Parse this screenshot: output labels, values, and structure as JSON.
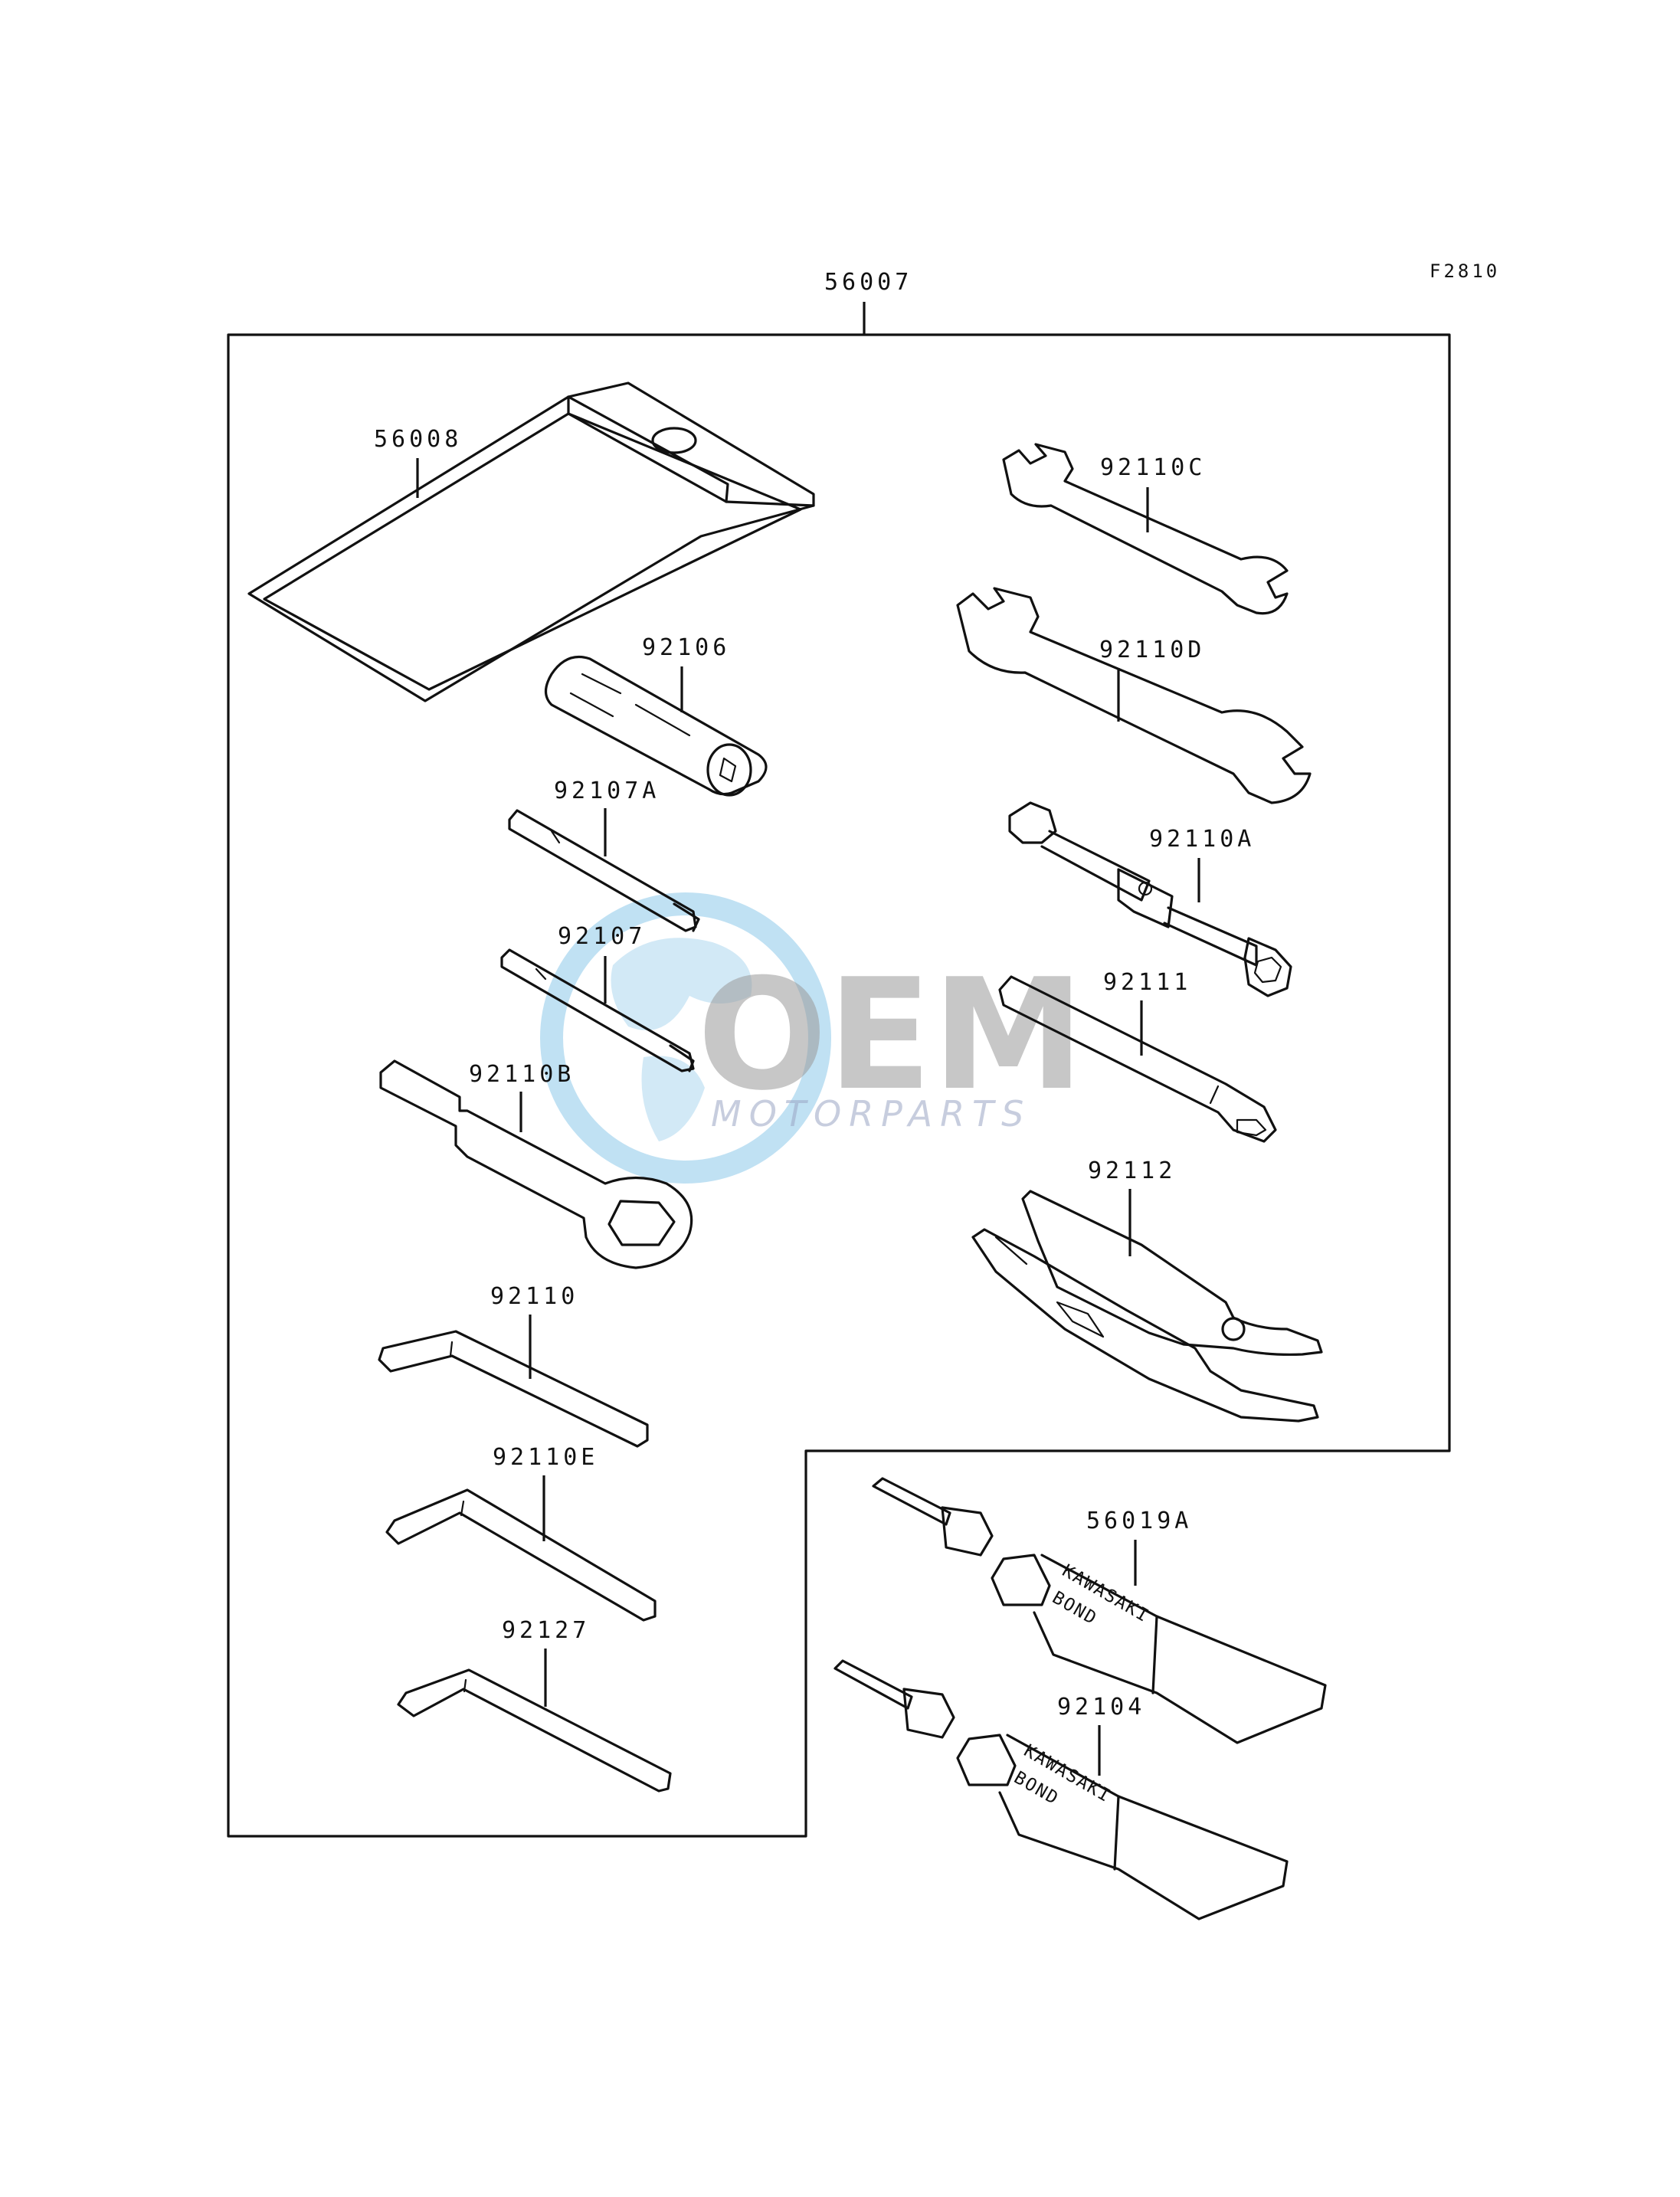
{
  "figure_code": "F2810",
  "assembly": {
    "part_number": "56007"
  },
  "parts": [
    {
      "id": "56008",
      "name": "tool-bag"
    },
    {
      "id": "92106",
      "name": "socket-holder"
    },
    {
      "id": "92107A",
      "name": "screwdriver-bit"
    },
    {
      "id": "92107",
      "name": "screwdriver-bit"
    },
    {
      "id": "92110B",
      "name": "ring-wrench"
    },
    {
      "id": "92110",
      "name": "hex-key"
    },
    {
      "id": "92110E",
      "name": "hex-key"
    },
    {
      "id": "92127",
      "name": "hex-key"
    },
    {
      "id": "92110C",
      "name": "open-end-wrench"
    },
    {
      "id": "92110D",
      "name": "open-end-wrench"
    },
    {
      "id": "92110A",
      "name": "spark-plug-wrench"
    },
    {
      "id": "92111",
      "name": "extension-bar"
    },
    {
      "id": "92112",
      "name": "pliers"
    },
    {
      "id": "56019A",
      "name": "bond-tube"
    },
    {
      "id": "92104",
      "name": "bond-tube"
    }
  ],
  "tube_text": {
    "line1": "KAWASAKI",
    "line2": "BOND"
  },
  "watermark": {
    "brand": "OEM",
    "tagline": "MOTORPARTS",
    "globe_color": "#4aa8dc",
    "text_color": "#9a9a9a"
  }
}
